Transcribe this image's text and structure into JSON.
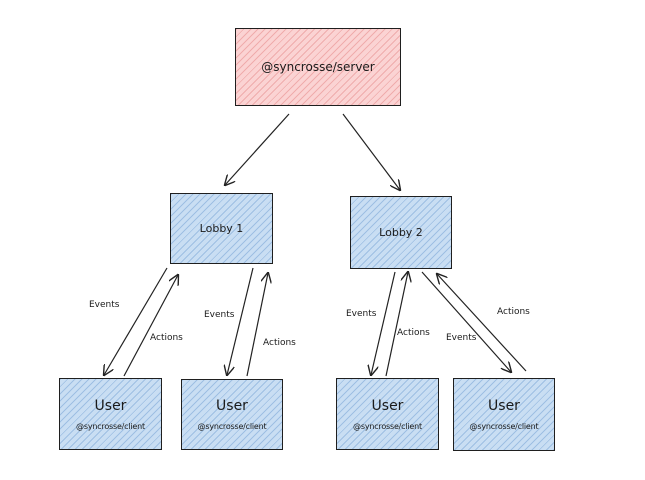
{
  "server": {
    "label": "@syncrosse/server"
  },
  "lobbies": [
    {
      "label": "Lobby 1"
    },
    {
      "label": "Lobby 2"
    }
  ],
  "users": [
    {
      "title": "User",
      "subtitle": "@syncrosse/client"
    },
    {
      "title": "User",
      "subtitle": "@syncrosse/client"
    },
    {
      "title": "User",
      "subtitle": "@syncrosse/client"
    },
    {
      "title": "User",
      "subtitle": "@syncrosse/client"
    }
  ],
  "edge_labels": {
    "events": "Events",
    "actions": "Actions"
  },
  "colors": {
    "server_fill": "#fbd3d3",
    "node_fill": "#c9def3",
    "stroke": "#1f1f1f"
  }
}
